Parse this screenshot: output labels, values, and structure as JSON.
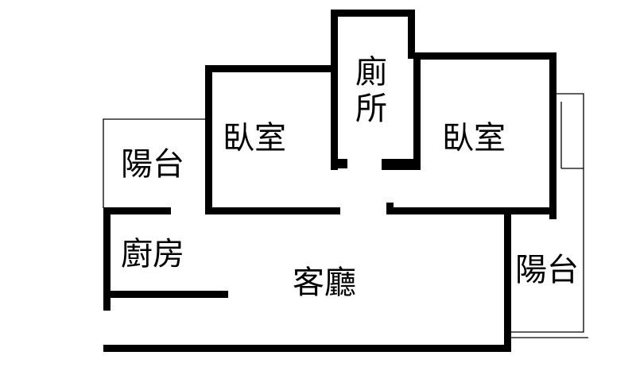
{
  "floorplan": {
    "colors": {
      "wall": "#000000",
      "background": "#ffffff"
    },
    "rooms": [
      {
        "id": "bedroom-left",
        "label": "臥室"
      },
      {
        "id": "toilet",
        "label": "廁所"
      },
      {
        "id": "bedroom-right",
        "label": "臥室"
      },
      {
        "id": "balcony-left",
        "label": "陽台"
      },
      {
        "id": "kitchen",
        "label": "廚房"
      },
      {
        "id": "living-room",
        "label": "客廳"
      },
      {
        "id": "balcony-right",
        "label": "陽台"
      }
    ]
  }
}
